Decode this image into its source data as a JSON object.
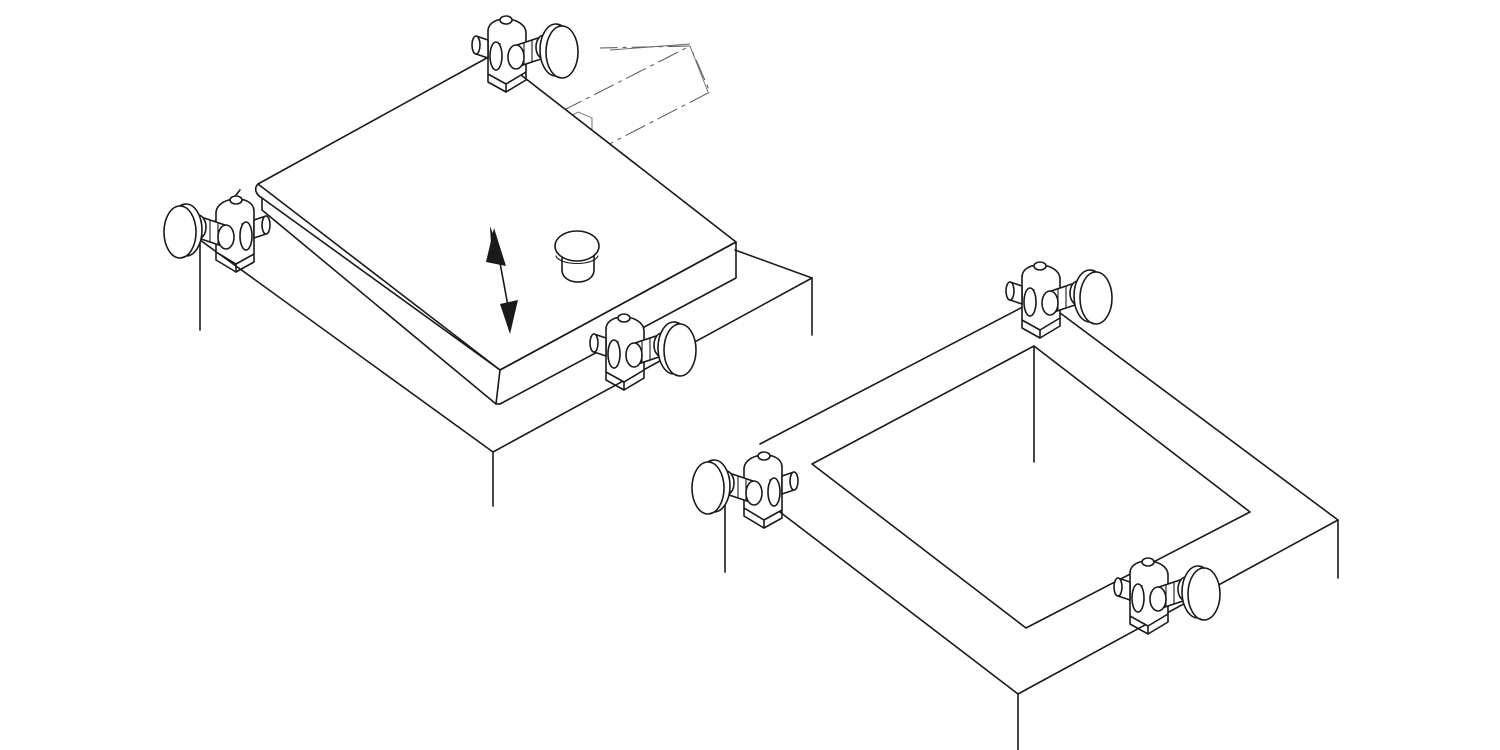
{
  "figure": {
    "elements": {
      "left_assembly": {
        "name": "plate-on-block-assembly",
        "parts": [
          "support-block",
          "cover-plate",
          "center-knob",
          "lift-arrow",
          "plunger-clamp"
        ]
      },
      "right_assembly": {
        "name": "open-frame-assembly",
        "parts": [
          "support-block",
          "square-opening",
          "plunger-clamp"
        ]
      }
    },
    "colors": {
      "ink": "#1a1a1a",
      "ghost": "#666666",
      "background": "#ffffff"
    },
    "icons": [
      "indexing-plunger-icon",
      "double-arrow-icon",
      "knob-icon"
    ]
  }
}
